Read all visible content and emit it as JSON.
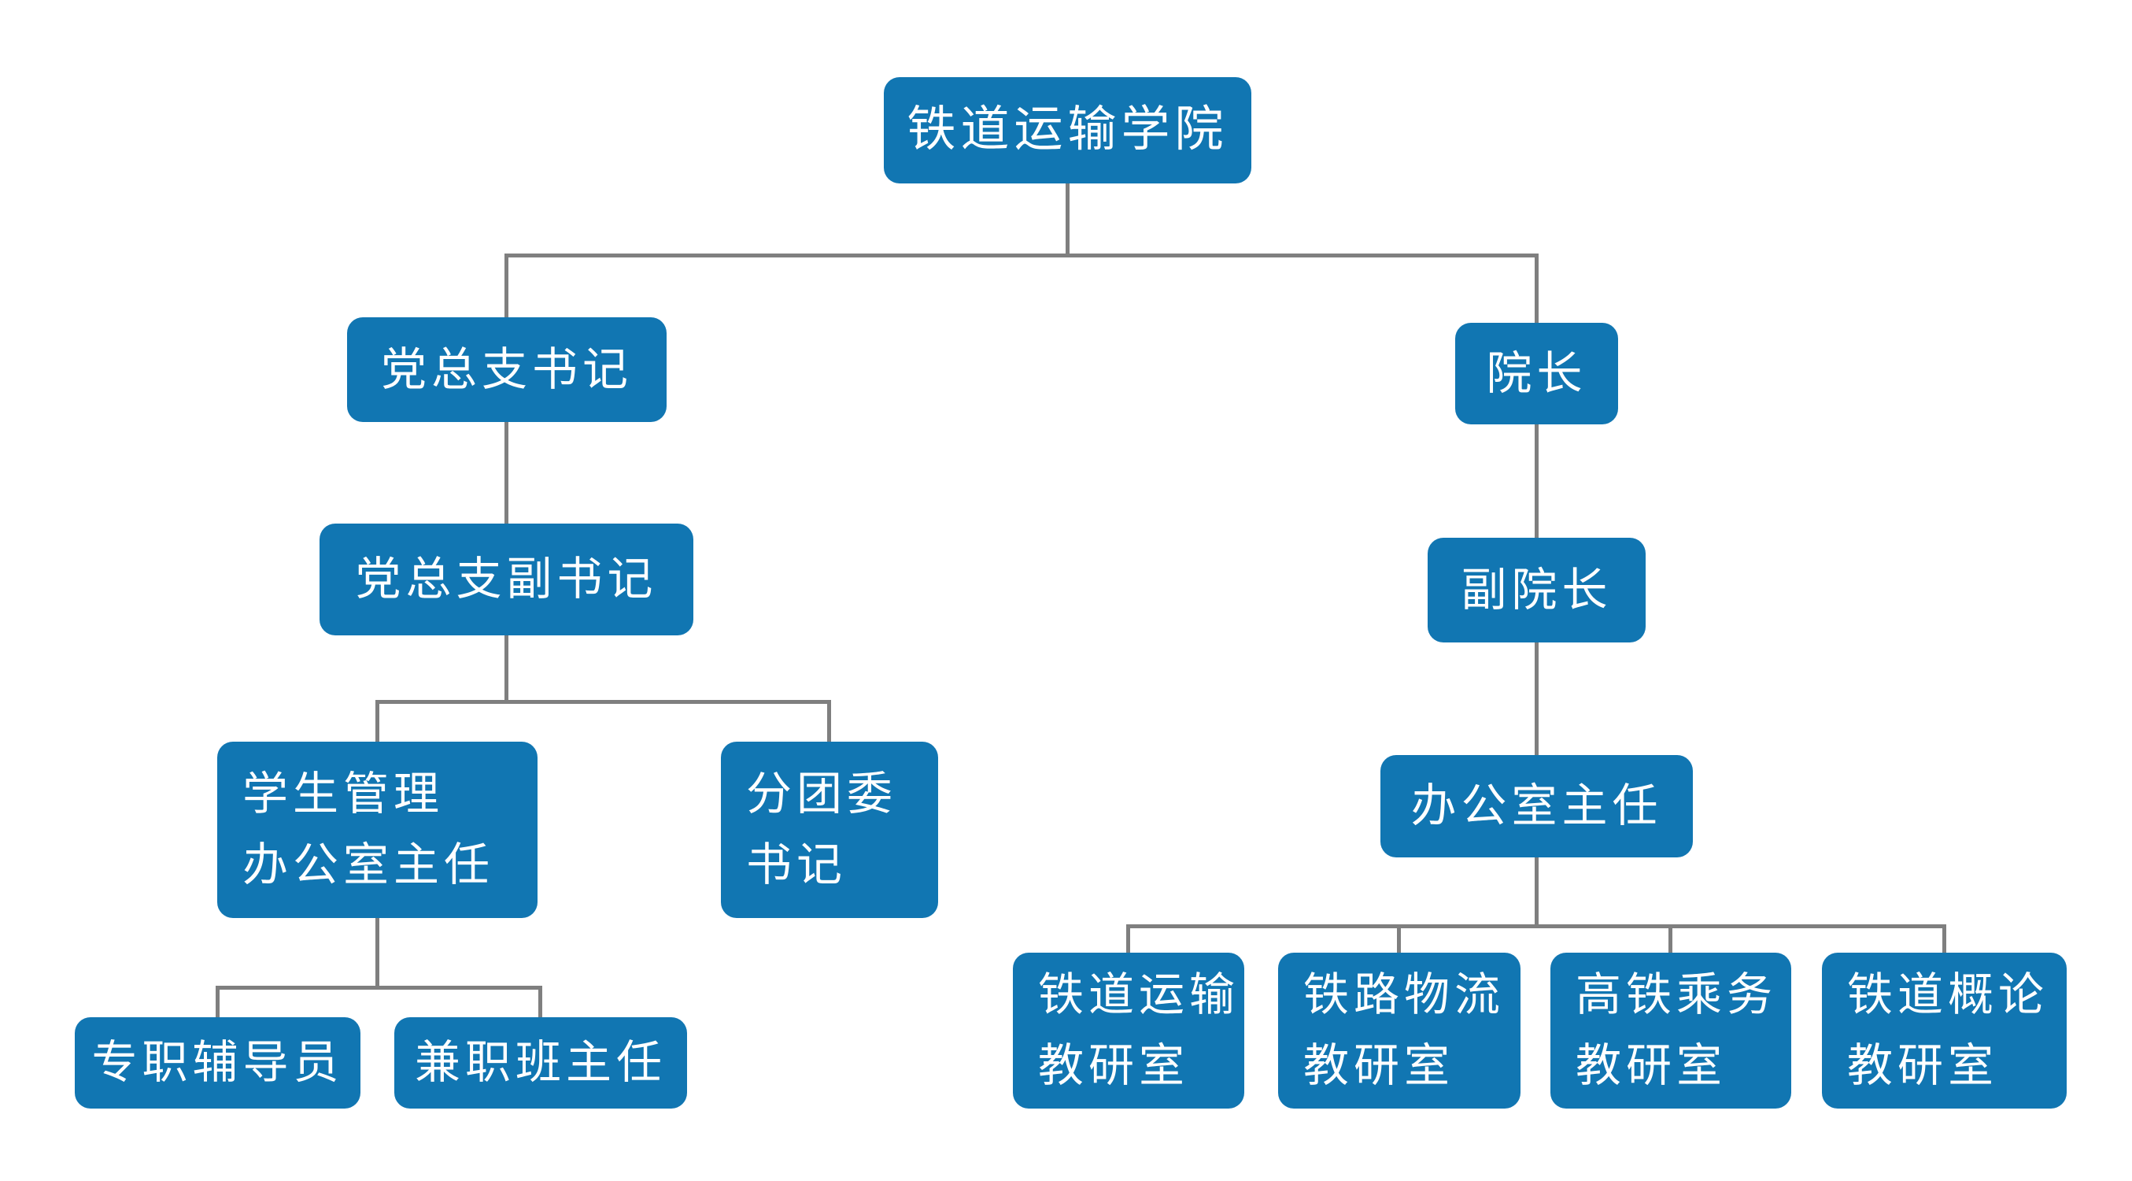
{
  "colors": {
    "box_fill": "#1176b2",
    "box_text": "#ffffff",
    "connector": "#7f7f7f",
    "background": "#ffffff"
  },
  "diagram": {
    "type": "org-chart",
    "nodes": {
      "college": {
        "label": "铁道运输学院"
      },
      "party_secretary": {
        "label": "党总支书记"
      },
      "dean": {
        "label": "院长"
      },
      "deputy_party_secretary": {
        "label": "党总支副书记"
      },
      "vice_dean": {
        "label": "副院长"
      },
      "student_office_director": {
        "line1": "学生管理",
        "line2": "办公室主任"
      },
      "youth_league_secretary": {
        "line1": "分团委",
        "line2": "书记"
      },
      "office_director": {
        "label": "办公室主任"
      },
      "fulltime_counselor": {
        "label": "专职辅导员"
      },
      "parttime_class_teacher": {
        "label": "兼职班主任"
      },
      "rail_transport_office": {
        "line1": "铁道运输",
        "line2": "教研室"
      },
      "rail_logistics_office": {
        "line1": "铁路物流",
        "line2": "教研室"
      },
      "hsr_crew_office": {
        "line1": "高铁乘务",
        "line2": "教研室"
      },
      "rail_intro_office": {
        "line1": "铁道概论",
        "line2": "教研室"
      }
    },
    "edges": [
      [
        "college",
        "party_secretary"
      ],
      [
        "college",
        "dean"
      ],
      [
        "party_secretary",
        "deputy_party_secretary"
      ],
      [
        "deputy_party_secretary",
        "student_office_director"
      ],
      [
        "deputy_party_secretary",
        "youth_league_secretary"
      ],
      [
        "student_office_director",
        "fulltime_counselor"
      ],
      [
        "student_office_director",
        "parttime_class_teacher"
      ],
      [
        "dean",
        "vice_dean"
      ],
      [
        "vice_dean",
        "office_director"
      ],
      [
        "office_director",
        "rail_transport_office"
      ],
      [
        "office_director",
        "rail_logistics_office"
      ],
      [
        "office_director",
        "hsr_crew_office"
      ],
      [
        "office_director",
        "rail_intro_office"
      ]
    ]
  }
}
